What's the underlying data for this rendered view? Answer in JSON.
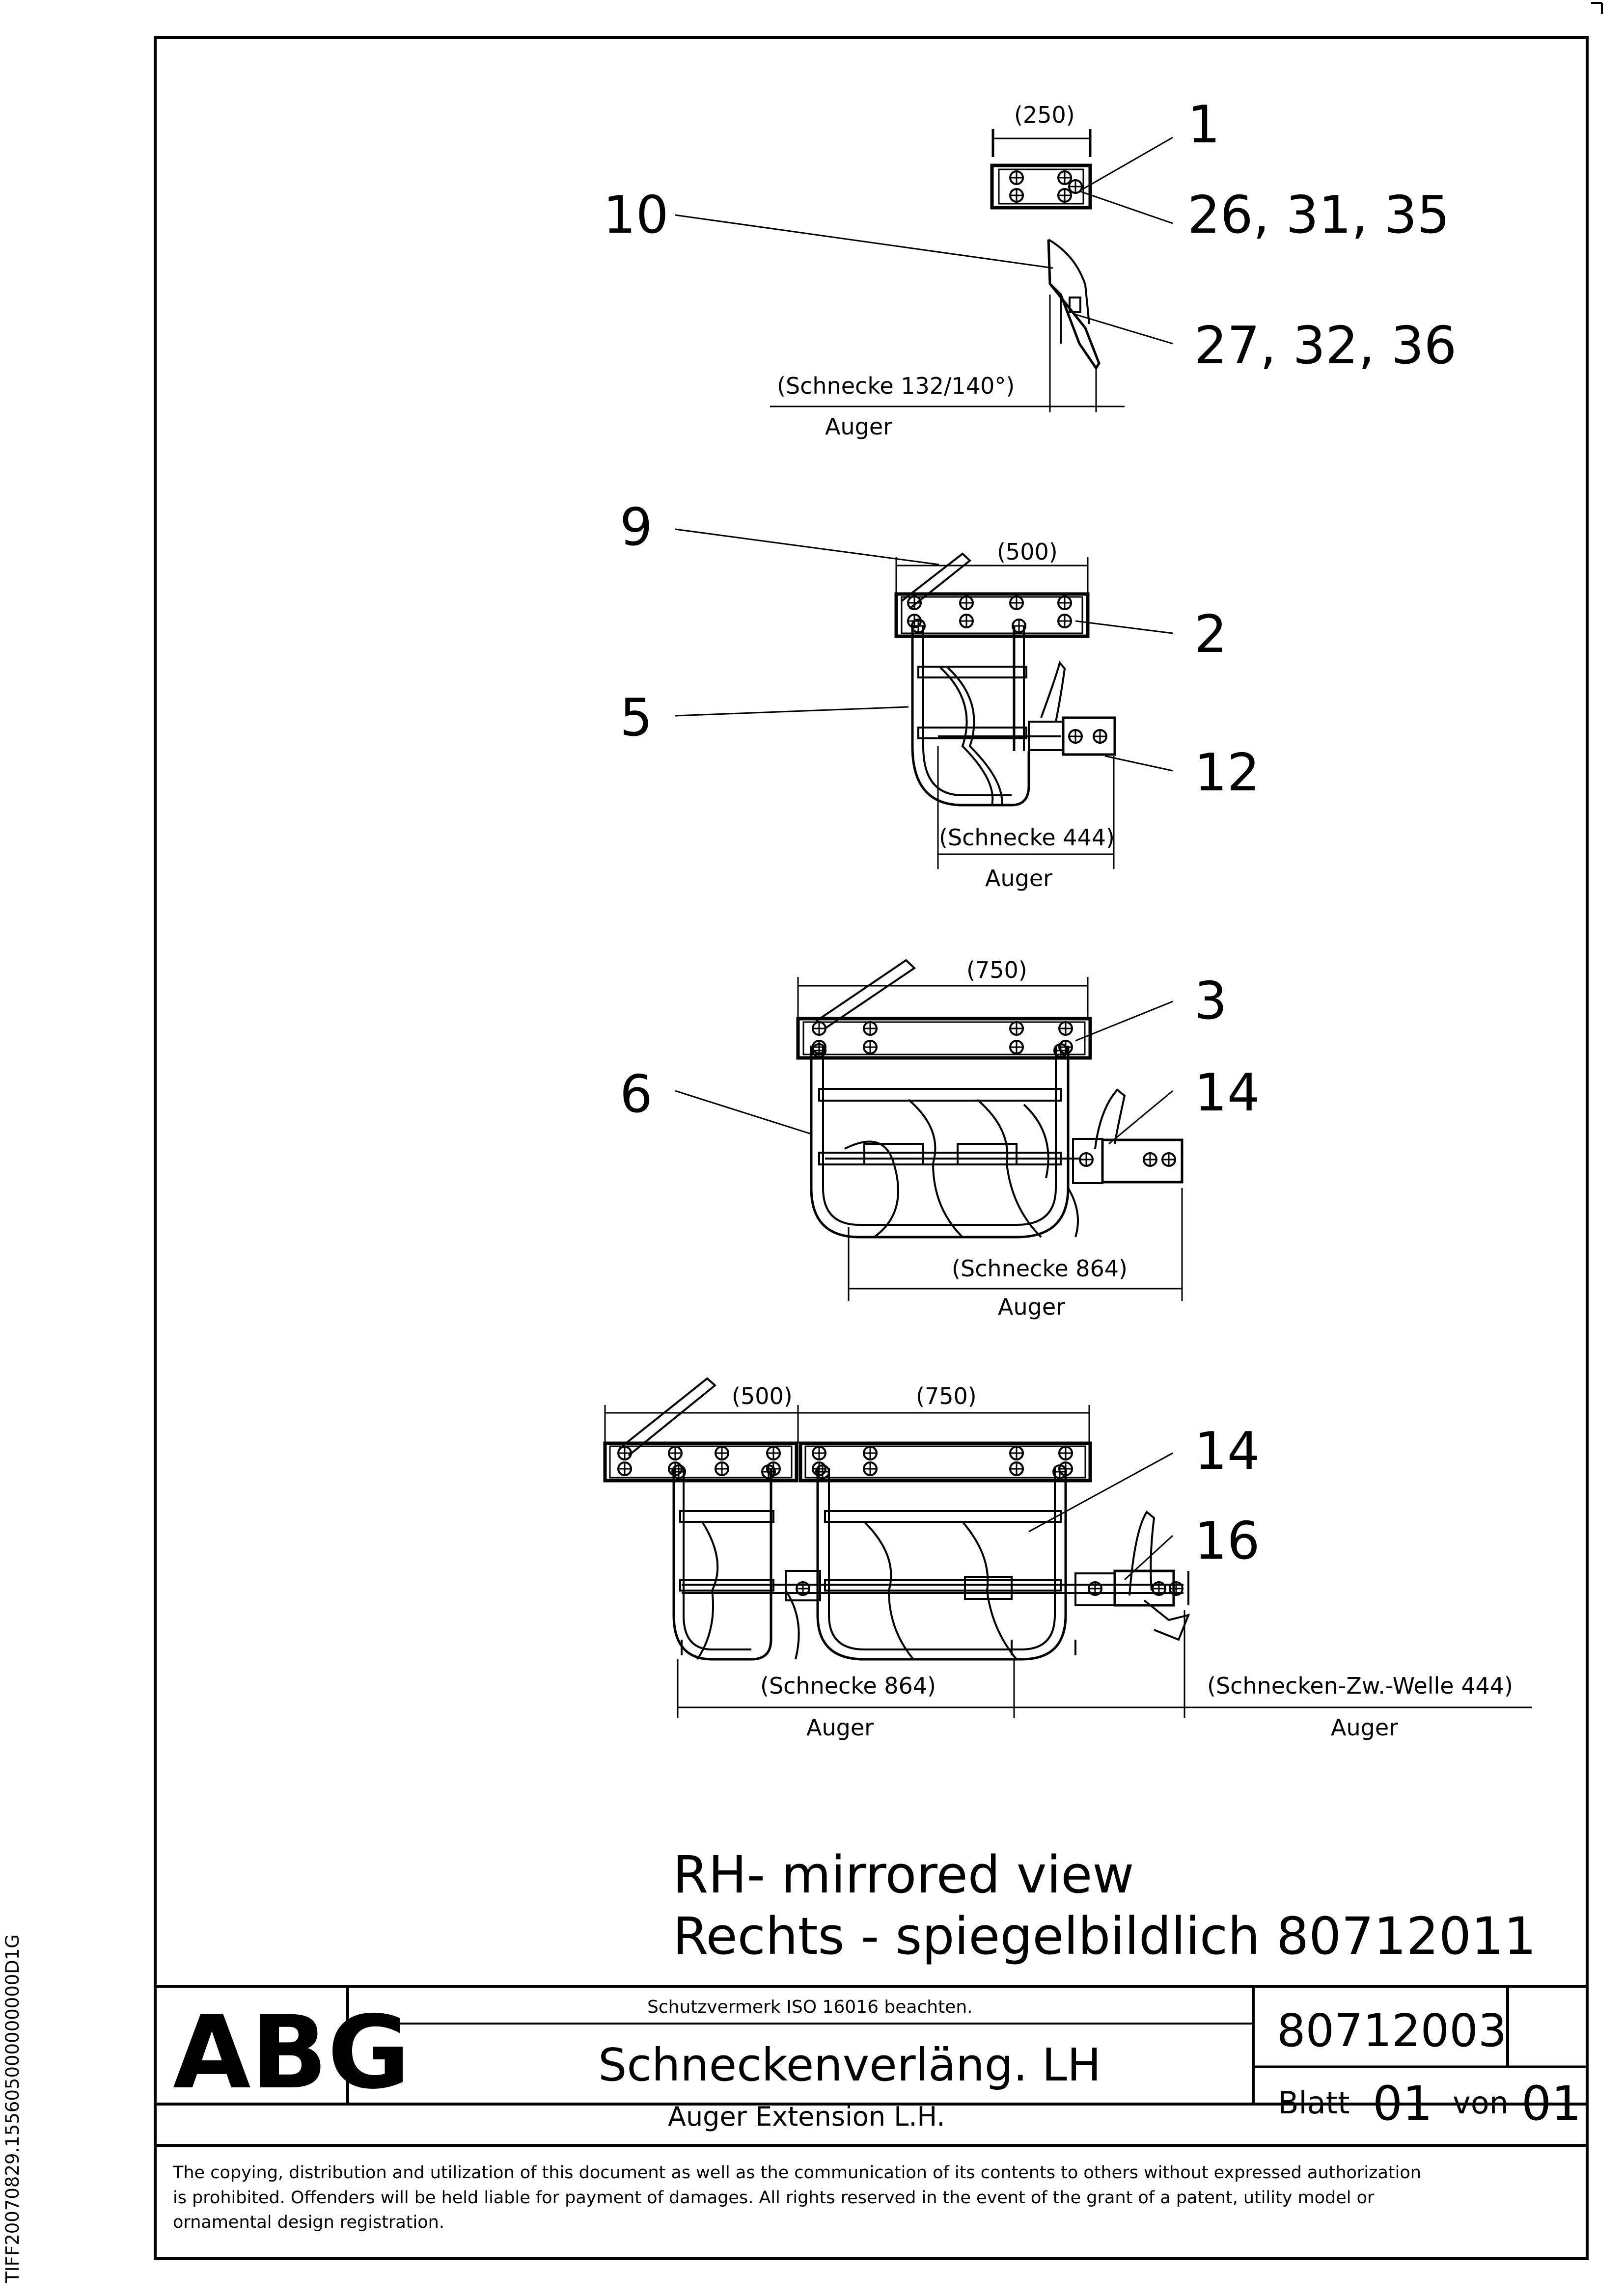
{
  "side_code": "TIFF20070829.155605000000000D1G",
  "views": [
    {
      "dim_top": "(250)",
      "dim_bottom": "(Schnecke 132/140°)",
      "dim_bottom_en": "Auger",
      "labels": [
        "1",
        "10",
        "26, 31, 35",
        "27, 32, 36"
      ]
    },
    {
      "dim_top": "(500)",
      "dim_bottom": "(Schnecke 444)",
      "dim_bottom_en": "Auger",
      "labels": [
        "9",
        "2",
        "5",
        "12"
      ]
    },
    {
      "dim_top": "(750)",
      "dim_bottom": "(Schnecke 864)",
      "dim_bottom_en": "Auger",
      "labels": [
        "3",
        "14",
        "6"
      ]
    },
    {
      "dim_top_left": "(500)",
      "dim_top_right": "(750)",
      "dim_bottom_left": "(Schnecke 864)",
      "dim_bottom_left_en": "Auger",
      "dim_bottom_right": "(Schnecken-Zw.-Welle 444)",
      "dim_bottom_right_en": "Auger",
      "labels": [
        "14",
        "16"
      ]
    }
  ],
  "note": {
    "line1": "RH- mirrored view",
    "line2": "Rechts - spiegelbildlich  80712011"
  },
  "title_block": {
    "logo": "ABG",
    "protection_note": "Schutzvermerk ISO 16016 beachten.",
    "title": "Schneckenverläng. LH",
    "subtitle": "Auger Extension L.H.",
    "drawing_number": "80712003",
    "sheet_label": "Blatt",
    "sheet_number": "01",
    "of_label": "von",
    "sheet_total": "01"
  },
  "legal_text": {
    "line1": "The copying, distribution and utilization of this document as well as the communication of its contents to others without expressed authorization",
    "line2": "is prohibited. Offenders will be held liable for payment of damages. All rights reserved in the event of the grant of a patent, utility model or",
    "line3": "ornamental design registration."
  }
}
